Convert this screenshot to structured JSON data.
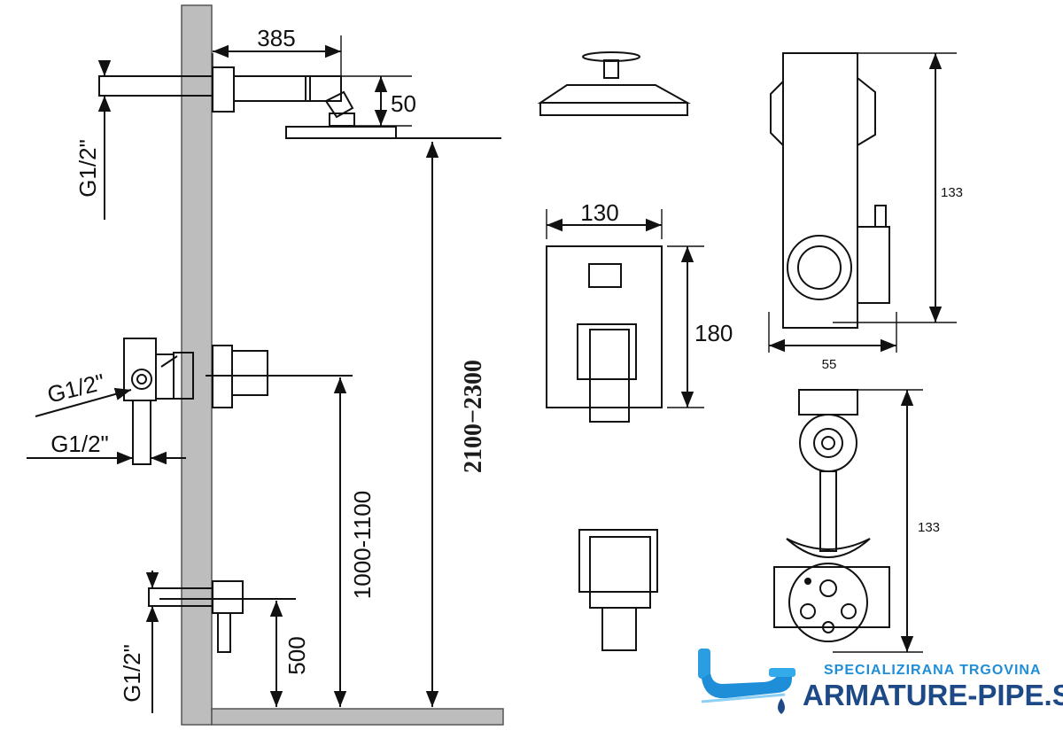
{
  "diagram": {
    "left_view": {
      "arm_length": "385",
      "head_offset": "50",
      "thread_top": "G1/2\"",
      "thread_mixer_angled": "G1/2\"",
      "thread_mixer_lower": "G1/2\"",
      "thread_bottom": "G1/2\"",
      "overall_height": "2100−2300",
      "mixer_height": "1000-1100",
      "spout_height": "500"
    },
    "plate_view": {
      "width": "130",
      "height": "180"
    },
    "valve_side_view": {
      "height": "133",
      "width": "55"
    },
    "valve_front_view": {
      "height": "133"
    }
  },
  "brand": {
    "tagline": "SPECIALIZIRANA TRGOVINA",
    "name": "ARMATURE-PIPE.SI"
  }
}
